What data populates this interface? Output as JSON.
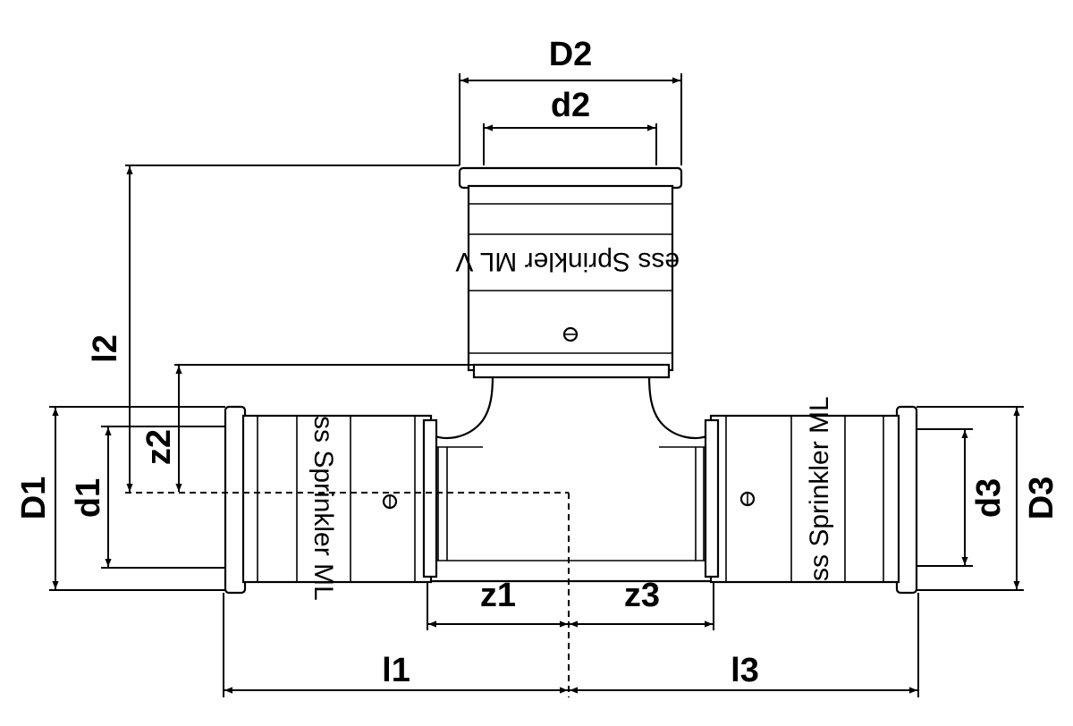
{
  "labels": {
    "D1": "D1",
    "d1": "d1",
    "D2": "D2",
    "d2": "d2",
    "D3": "D3",
    "d3": "d3",
    "l1": "l1",
    "l2": "l2",
    "l3": "l3",
    "z1": "z1",
    "z2": "z2",
    "z3": "z3"
  },
  "markings": {
    "top": "ess Sprinkler ML V",
    "left": "ss Sprinkler ML",
    "right": "ss Sprinkler ML"
  }
}
